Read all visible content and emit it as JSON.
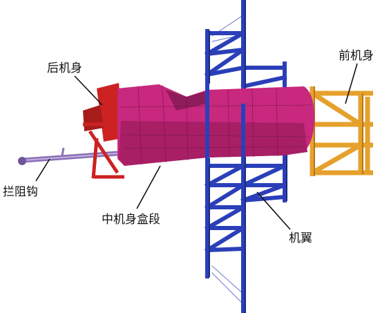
{
  "labels": {
    "rear_fuselage": "后机身",
    "front_fuselage": "前机身",
    "arresting_hook": "拦阻钩",
    "center_fuselage_box": "中机身盒段",
    "wing": "机翼"
  },
  "colors": {
    "fuselage_magenta": "#c8287e",
    "fuselage_magenta_dark": "#8f1c5a",
    "wing_blue": "#2a3fb8",
    "wing_blue_dark": "#1b2a7e",
    "front_fixture_orange": "#e6a12c",
    "rear_fixture_red": "#cc2222",
    "hook_purple": "#8a6fb6",
    "leader_line": "#111111"
  }
}
